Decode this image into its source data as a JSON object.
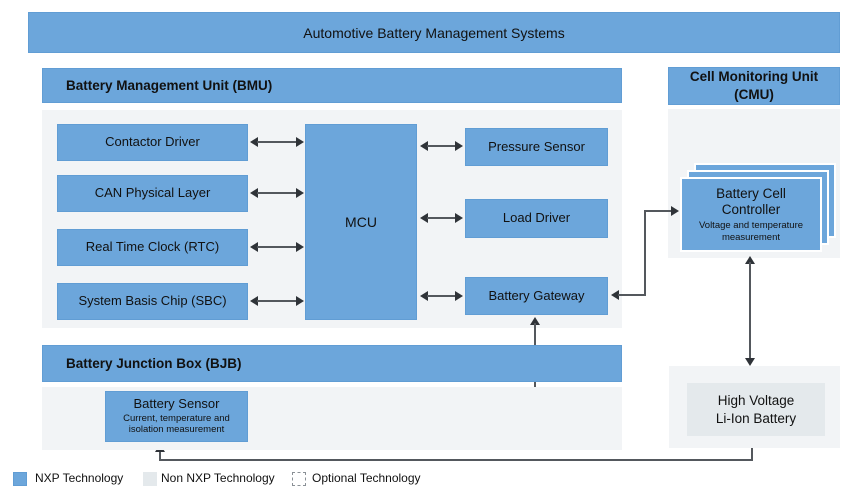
{
  "banner": {
    "title": "Automotive Battery Management Systems"
  },
  "bmu": {
    "title": "Battery Management Unit (BMU)",
    "left_blocks": [
      "Contactor Driver",
      "CAN Physical Layer",
      "Real Time Clock (RTC)",
      "System Basis Chip (SBC)"
    ],
    "mcu_label": "MCU",
    "right_blocks": [
      "Pressure Sensor",
      "Load Driver",
      "Battery Gateway"
    ]
  },
  "cmu": {
    "title": "Cell Monitoring Unit\n(CMU)",
    "battery_cell_controller": {
      "title": "Battery Cell\nController",
      "subtitle": "Voltage and temperature\nmeasurement"
    }
  },
  "bjb": {
    "title": "Battery Junction Box (BJB)",
    "battery_sensor": {
      "title": "Battery Sensor",
      "subtitle": "Current, temperature and\nisolation measurement"
    }
  },
  "hv_battery": {
    "label": "High Voltage\nLi-Ion Battery"
  },
  "legend": [
    {
      "label": "NXP Technology"
    },
    {
      "label": "Non NXP Technology"
    },
    {
      "label": "Optional Technology"
    }
  ],
  "colors": {
    "nxp_blue": "#6CA6DB",
    "non_nxp_gray": "#E4E9EC",
    "panel_gray": "#F2F4F6",
    "line_gray": "#54585D"
  }
}
